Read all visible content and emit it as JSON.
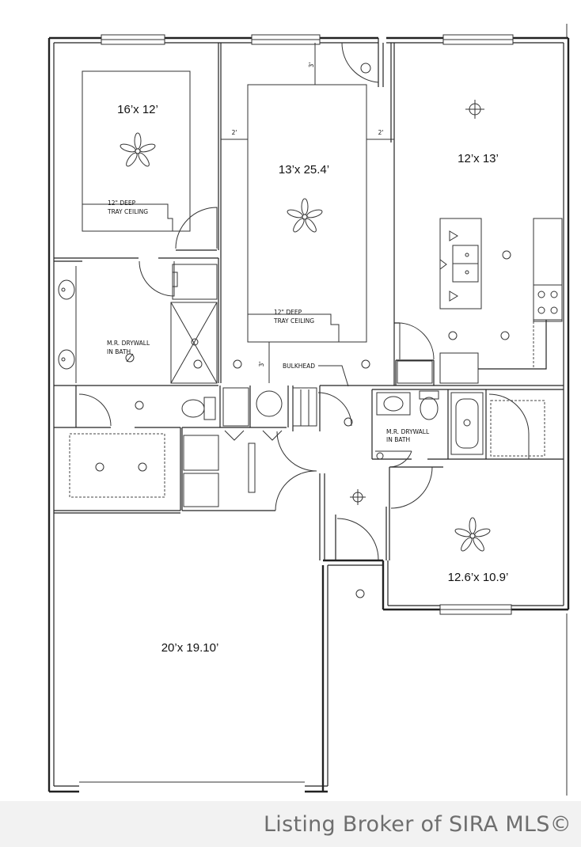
{
  "rooms": {
    "bedroom_master": "16’x 12’",
    "great_room": "13’x 25.4’",
    "kitchen": "12’x 13’",
    "bedroom_2": "12.6’x 10.9’",
    "garage": "20’x 19.10’"
  },
  "notes": {
    "tray_line1": "12\" DEEP",
    "tray_line2": "TRAY CEILING",
    "drywall_line1": "M.R. DRYWALL",
    "drywall_line2": "IN BATH",
    "bulkhead": "BULKHEAD"
  },
  "dimensions": {
    "two_ft": "2'",
    "three_ft": "3'"
  },
  "watermark": "Listing Broker of SIRA MLS©"
}
